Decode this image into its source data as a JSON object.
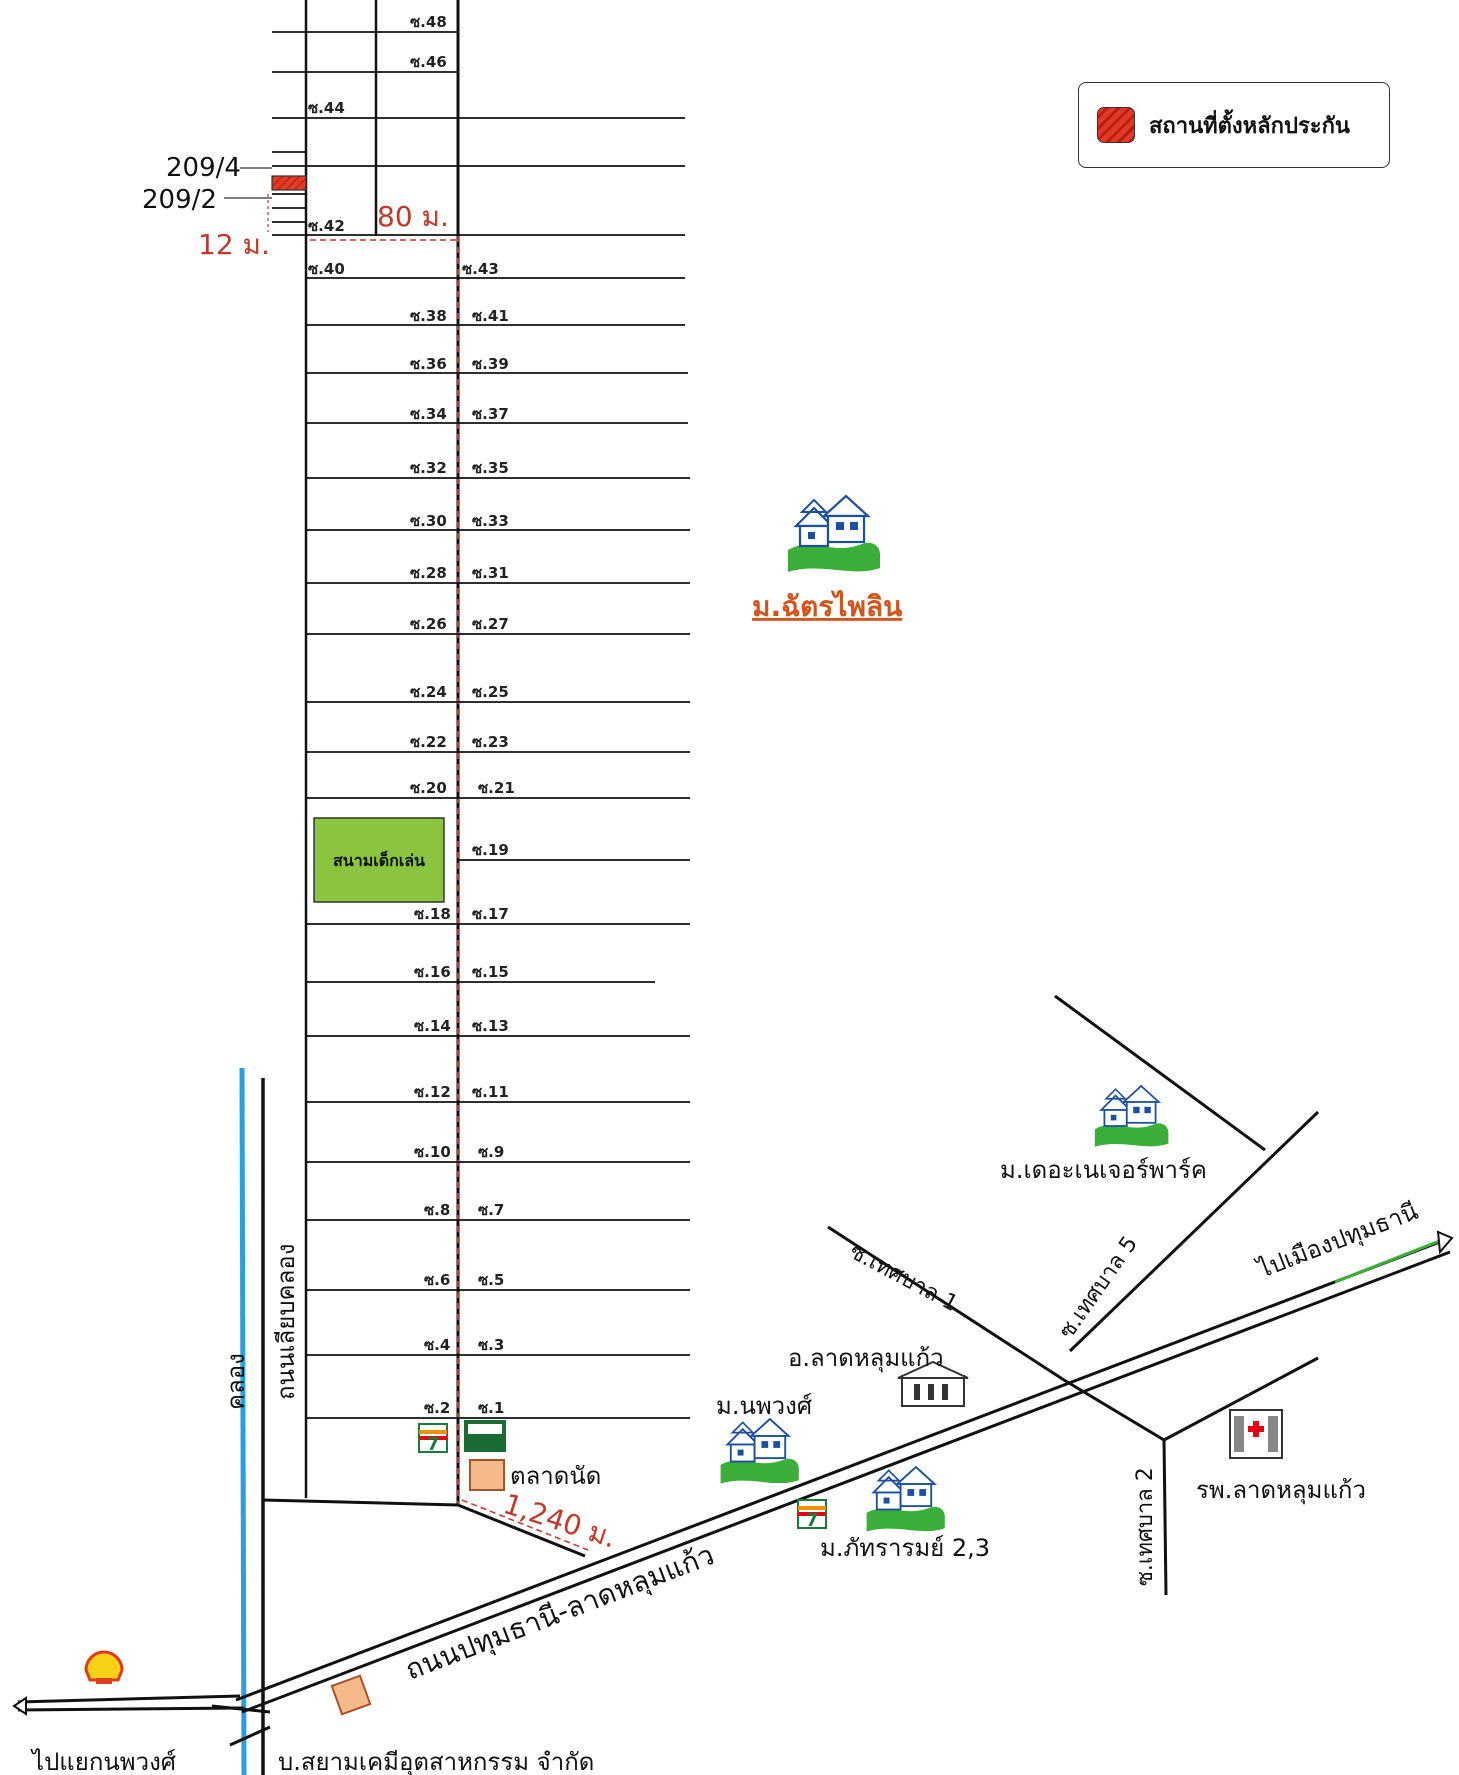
{
  "legend": {
    "label": "สถานที่ตั้งหลักประกัน",
    "swatch_color": "#d9301f"
  },
  "plots": {
    "upper": "209/4",
    "lower": "209/2"
  },
  "distances": {
    "width": "12 ม.",
    "soi_offset": "80 ม.",
    "to_main_road": "1,240 ม."
  },
  "soi_labels": {
    "left": [
      "ซ.48",
      "ซ.46",
      "ซ.44",
      "ซ.42",
      "ซ.40",
      "ซ.38",
      "ซ.36",
      "ซ.34",
      "ซ.32",
      "ซ.30",
      "ซ.28",
      "ซ.26",
      "ซ.24",
      "ซ.22",
      "ซ.20",
      "ซ.18",
      "ซ.16",
      "ซ.14",
      "ซ.12",
      "ซ.10",
      "ซ.8",
      "ซ.6",
      "ซ.4",
      "ซ.2"
    ],
    "right": [
      "ซ.43",
      "ซ.41",
      "ซ.39",
      "ซ.37",
      "ซ.35",
      "ซ.33",
      "ซ.31",
      "ซ.27",
      "ซ.25",
      "ซ.23",
      "ซ.21",
      "ซ.19",
      "ซ.17",
      "ซ.15",
      "ซ.13",
      "ซ.11",
      "ซ.9",
      "ซ.7",
      "ซ.5",
      "ซ.3",
      "ซ.1"
    ]
  },
  "places": {
    "chattraipailin": "ม.ฉัตรไพลิน",
    "playground": "สนามเด็กเล่น",
    "market": "ตลาดนัด",
    "nature_park": "ม.เดอะเนเจอร์พาร์ค",
    "district_office": "อ.ลาดหลุมแก้ว",
    "napawong": "ม.นพวงศ์",
    "phattharam": "ม.ภัทรารมย์ 2,3",
    "hospital": "รพ.ลาดหลุมแก้ว",
    "company": "บ.สยามเคมีอุตสาหกรรม จำกัด"
  },
  "roads": {
    "main": "ถนนปทุมธานี-ลาดหลุมแก้ว",
    "canal_road": "ถนนเลียบคลอง",
    "canal": "คลอง",
    "to_pathum": "ไปเมืองปทุมธานี",
    "to_noppawong": "ไปแยกนพวงศ์",
    "thesaban1": "ซ.เทศบาล 1",
    "thesaban5": "ซ.เทศบาล 5",
    "thesaban2": "ซ.เทศบาล 2"
  },
  "colors": {
    "road": "#111111",
    "canal": "#2a9fe0",
    "house_green": "#3cae3a",
    "red_label": "#c0392b",
    "playground": "#8bc540"
  }
}
